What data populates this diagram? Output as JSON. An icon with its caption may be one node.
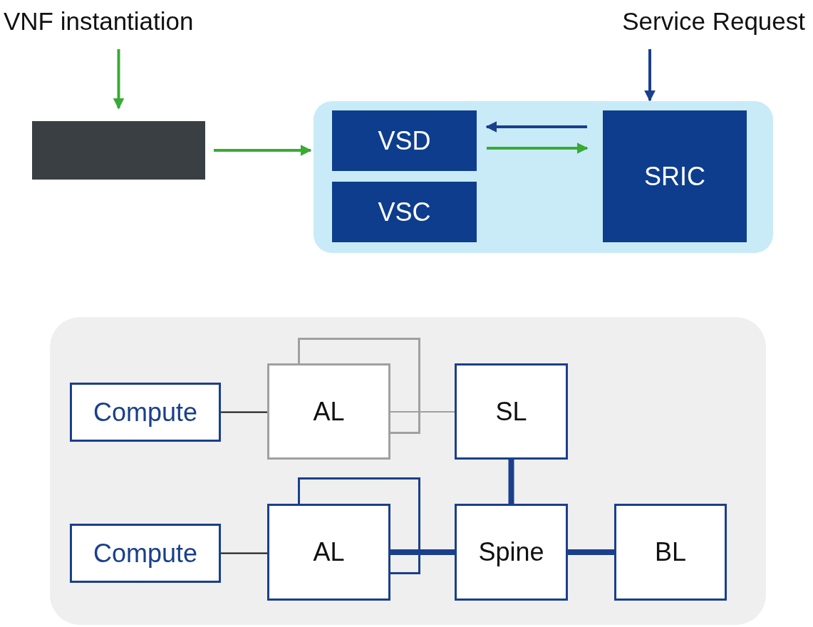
{
  "diagram": {
    "nodes": [
      {
        "text": [
          "VNF instantiation"
        ]
      },
      {
        "text": [
          "Service Request"
        ]
      },
      {
        "text": [],
        "shape": "box"
      },
      {
        "text": [],
        "shape": "box"
      },
      {
        "text": [
          "VSD"
        ],
        "in": 3
      },
      {
        "text": [
          "VSC"
        ],
        "in": 3
      },
      {
        "text": [
          "SRIC"
        ],
        "in": 3
      },
      {
        "text": [],
        "shape": "box"
      },
      {
        "text": [
          "Compute"
        ],
        "in": 7
      },
      {
        "text": [
          "AL"
        ],
        "in": 7
      },
      {
        "text": [
          "SL"
        ],
        "in": 7
      },
      {
        "text": [
          "Compute"
        ],
        "in": 7
      },
      {
        "text": [
          "AL"
        ],
        "in": 7
      },
      {
        "text": [
          "Spine"
        ],
        "in": 7
      },
      {
        "text": [
          "BL"
        ],
        "in": 7
      }
    ],
    "edges": [
      {
        "from": 0,
        "to": 2,
        "arrow": "to",
        "color": "#3aaa35"
      },
      {
        "from": 1,
        "to": 6,
        "arrow": "to",
        "color": "#1a3f8c"
      },
      {
        "from": 2,
        "to": 3,
        "arrow": "to",
        "color": "#3aaa35"
      },
      {
        "from": 6,
        "to": 4,
        "arrow": "to",
        "color": "#1a3f8c"
      },
      {
        "from": 4,
        "to": 6,
        "arrow": "to",
        "color": "#3aaa35"
      },
      {
        "from": 8,
        "to": 9,
        "arrow": "none",
        "color": "#111111"
      },
      {
        "from": 9,
        "to": 10,
        "arrow": "none",
        "color": "#a0a0a0"
      },
      {
        "from": 10,
        "to": 13,
        "arrow": "none",
        "style": "thick",
        "color": "#1a3f8c"
      },
      {
        "from": 11,
        "to": 12,
        "arrow": "none",
        "color": "#111111"
      },
      {
        "from": 12,
        "to": 13,
        "arrow": "none",
        "style": "thick",
        "color": "#1a3f8c"
      },
      {
        "from": 13,
        "to": 14,
        "arrow": "none",
        "style": "thick",
        "color": "#1a3f8c"
      }
    ]
  }
}
